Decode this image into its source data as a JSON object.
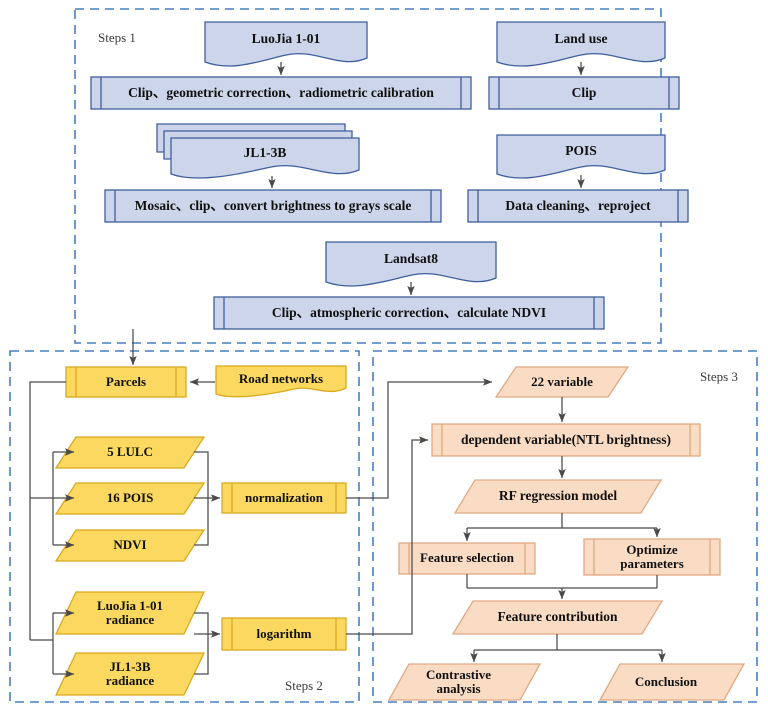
{
  "diagram": {
    "title": "Research workflow flowchart",
    "colors": {
      "blue_fill": "#ccd5ea",
      "blue_stroke": "#3f5f9c",
      "yellow_fill": "#fbd960",
      "yellow_stroke": "#d9a91f",
      "peach_fill": "#fadcc5",
      "peach_stroke": "#e0a983",
      "dashed_border": "#4a7fc1",
      "connector": "#4a4a4a",
      "text": "#101010"
    },
    "groups": [
      {
        "id": "steps1",
        "label": "Steps 1"
      },
      {
        "id": "steps2",
        "label": "Steps 2"
      },
      {
        "id": "steps3",
        "label": "Steps 3"
      }
    ]
  },
  "steps1": {
    "label": "Steps 1",
    "nodes": [
      {
        "id": "luojia",
        "text": "LuoJia 1-01",
        "shape": "document"
      },
      {
        "id": "clip_geo",
        "text": "Clip、geometric correction、radiometric calibration",
        "shape": "process"
      },
      {
        "id": "jl13b",
        "text": "JL1-3B",
        "shape": "multidocument"
      },
      {
        "id": "mosaic",
        "text": "Mosaic、clip、convert brightness to grays scale",
        "shape": "process"
      },
      {
        "id": "landuse",
        "text": "Land use",
        "shape": "document"
      },
      {
        "id": "clip",
        "text": "Clip",
        "shape": "process"
      },
      {
        "id": "pois",
        "text": "POIS",
        "shape": "document"
      },
      {
        "id": "datacleaning",
        "text": "Data cleaning、reproject",
        "shape": "process"
      },
      {
        "id": "landsat8",
        "text": "Landsat8",
        "shape": "document"
      },
      {
        "id": "clip_atm",
        "text": "Clip、atmospheric correction、calculate NDVI",
        "shape": "process"
      }
    ]
  },
  "steps2": {
    "label": "Steps 2",
    "nodes": [
      {
        "id": "parcels",
        "text": "Parcels",
        "shape": "process"
      },
      {
        "id": "road_networks",
        "text": "Road networks",
        "shape": "document"
      },
      {
        "id": "lulc",
        "text": "5 LULC",
        "shape": "data"
      },
      {
        "id": "pois16",
        "text": "16 POIS",
        "shape": "data"
      },
      {
        "id": "ndvi",
        "text": "NDVI",
        "shape": "data"
      },
      {
        "id": "normalization",
        "text": "normalization",
        "shape": "process"
      },
      {
        "id": "luojia_radiance",
        "text": "LuoJia 1-01\nradiance",
        "shape": "data"
      },
      {
        "id": "jl13b_radiance",
        "text": "JL1-3B\nradiance",
        "shape": "data"
      },
      {
        "id": "logarithm",
        "text": "logarithm",
        "shape": "process"
      }
    ]
  },
  "steps3": {
    "label": "Steps 3",
    "nodes": [
      {
        "id": "var22",
        "text": "22 variable",
        "shape": "data"
      },
      {
        "id": "dependent",
        "text": "dependent variable(NTL brightness)",
        "shape": "process"
      },
      {
        "id": "rf_model",
        "text": "RF regression model",
        "shape": "data"
      },
      {
        "id": "feat_sel",
        "text": "Feature selection",
        "shape": "process"
      },
      {
        "id": "opt_params",
        "text": "Optimize\nparameters",
        "shape": "process"
      },
      {
        "id": "feat_contrib",
        "text": "Feature contribution",
        "shape": "data"
      },
      {
        "id": "contrastive",
        "text": "Contrastive\nanalysis",
        "shape": "data"
      },
      {
        "id": "conclusion",
        "text": "Conclusion",
        "shape": "data"
      }
    ]
  }
}
